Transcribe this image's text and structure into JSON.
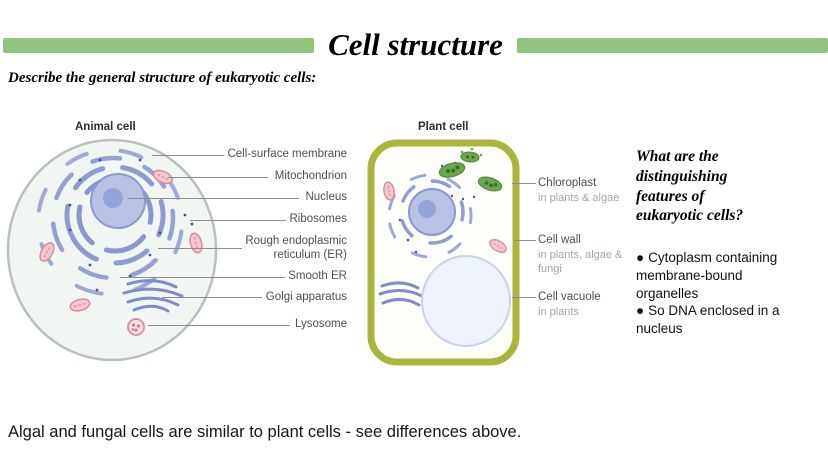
{
  "title": "Cell structure",
  "subtitle": "Describe the general structure of eukaryotic cells:",
  "diagram": {
    "animal_cell_label": "Animal cell",
    "plant_cell_label": "Plant cell",
    "organelle_labels": [
      "Cell-surface membrane",
      "Mitochondrion",
      "Nucleus",
      "Ribosomes",
      "Rough endoplasmic reticulum (ER)",
      "Smooth ER",
      "Golgi apparatus",
      "Lysosome"
    ],
    "plant_only_labels": [
      {
        "name": "Chloroplast",
        "note": "in plants & algae"
      },
      {
        "name": "Cell wall",
        "note": "in plants, algae & fungi"
      },
      {
        "name": "Cell vacuole",
        "note": "in plants"
      }
    ]
  },
  "question": "What are the distinguishing features of eukaryotic cells?",
  "bullet_char": "●",
  "bullets": [
    "Cytoplasm containing membrane-bound organelles",
    "So DNA enclosed in a nucleus"
  ],
  "footer": "Algal and fungal cells are similar to plant cells - see differences above.",
  "colors": {
    "accent_green": "#93c47d",
    "plant_cell_wall": "#a9b53c",
    "organelle_blue": "#7e8cc9",
    "mitochondria_pink": "#d6909e",
    "chloroplast_green": "#6aa84f"
  }
}
